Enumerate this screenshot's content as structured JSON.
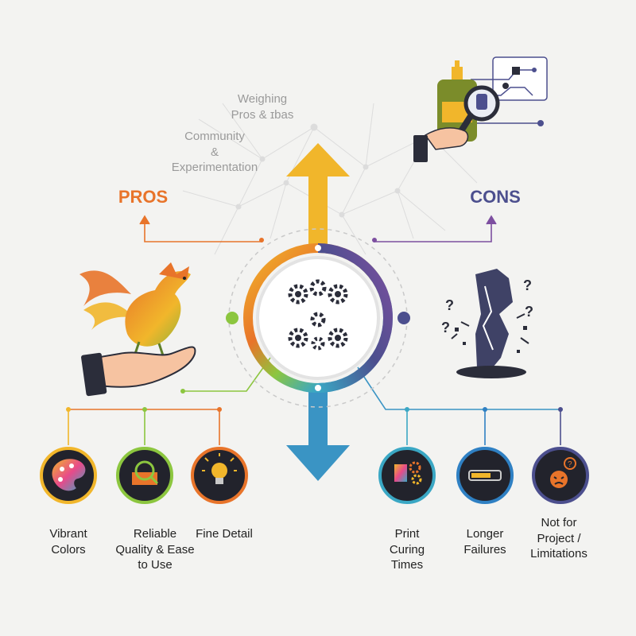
{
  "header": {
    "top_label": [
      "Weighing",
      "Pros & ɪbas"
    ],
    "side_label": [
      "Community",
      "&",
      "Experimentation"
    ]
  },
  "pros": {
    "title": "PROS",
    "color": "#e8742a",
    "items": [
      {
        "label": [
          "Vibrant",
          "Colors"
        ],
        "icon": "palette-icon",
        "ring": "#f1b62b"
      },
      {
        "label": [
          "Reliable",
          "Quality & Ease",
          "to Use"
        ],
        "icon": "quality-magnifier-icon",
        "ring": "#8cc63f"
      },
      {
        "label": [
          "Fine Detail"
        ],
        "icon": "lightbulb-icon",
        "ring": "#e8742a"
      }
    ]
  },
  "cons": {
    "title": "CONS",
    "color": "#4c4f8e",
    "items": [
      {
        "label": [
          "Print",
          "Curing",
          "Times"
        ],
        "icon": "print-gears-icon",
        "ring": "#3aa7c4"
      },
      {
        "label": [
          "Longer",
          "Failures"
        ],
        "icon": "progress-bar-icon",
        "ring": "#2f80c3"
      },
      {
        "label": [
          "Not for",
          "Project /",
          "Limitations"
        ],
        "icon": "frustrated-face-icon",
        "ring": "#4c4f8e"
      }
    ]
  },
  "hub": {
    "icon": "gears-icon"
  },
  "colors": {
    "up_arrow": "#f1b62b",
    "down_arrow": "#3a94c4",
    "ring_gradient": [
      "#f1b62b",
      "#8cc63f",
      "#3aa7c4",
      "#4c4f8e",
      "#7d4fa0",
      "#e8742a"
    ]
  },
  "illustrations": {
    "left": [
      "dragon-icon",
      "hand-icon"
    ],
    "right": [
      "broken-pillar-icon",
      "question-mark-icon"
    ],
    "top_right": [
      "resin-bottle-icon",
      "magnifier-icon",
      "circuit-icon",
      "hand-icon"
    ]
  }
}
